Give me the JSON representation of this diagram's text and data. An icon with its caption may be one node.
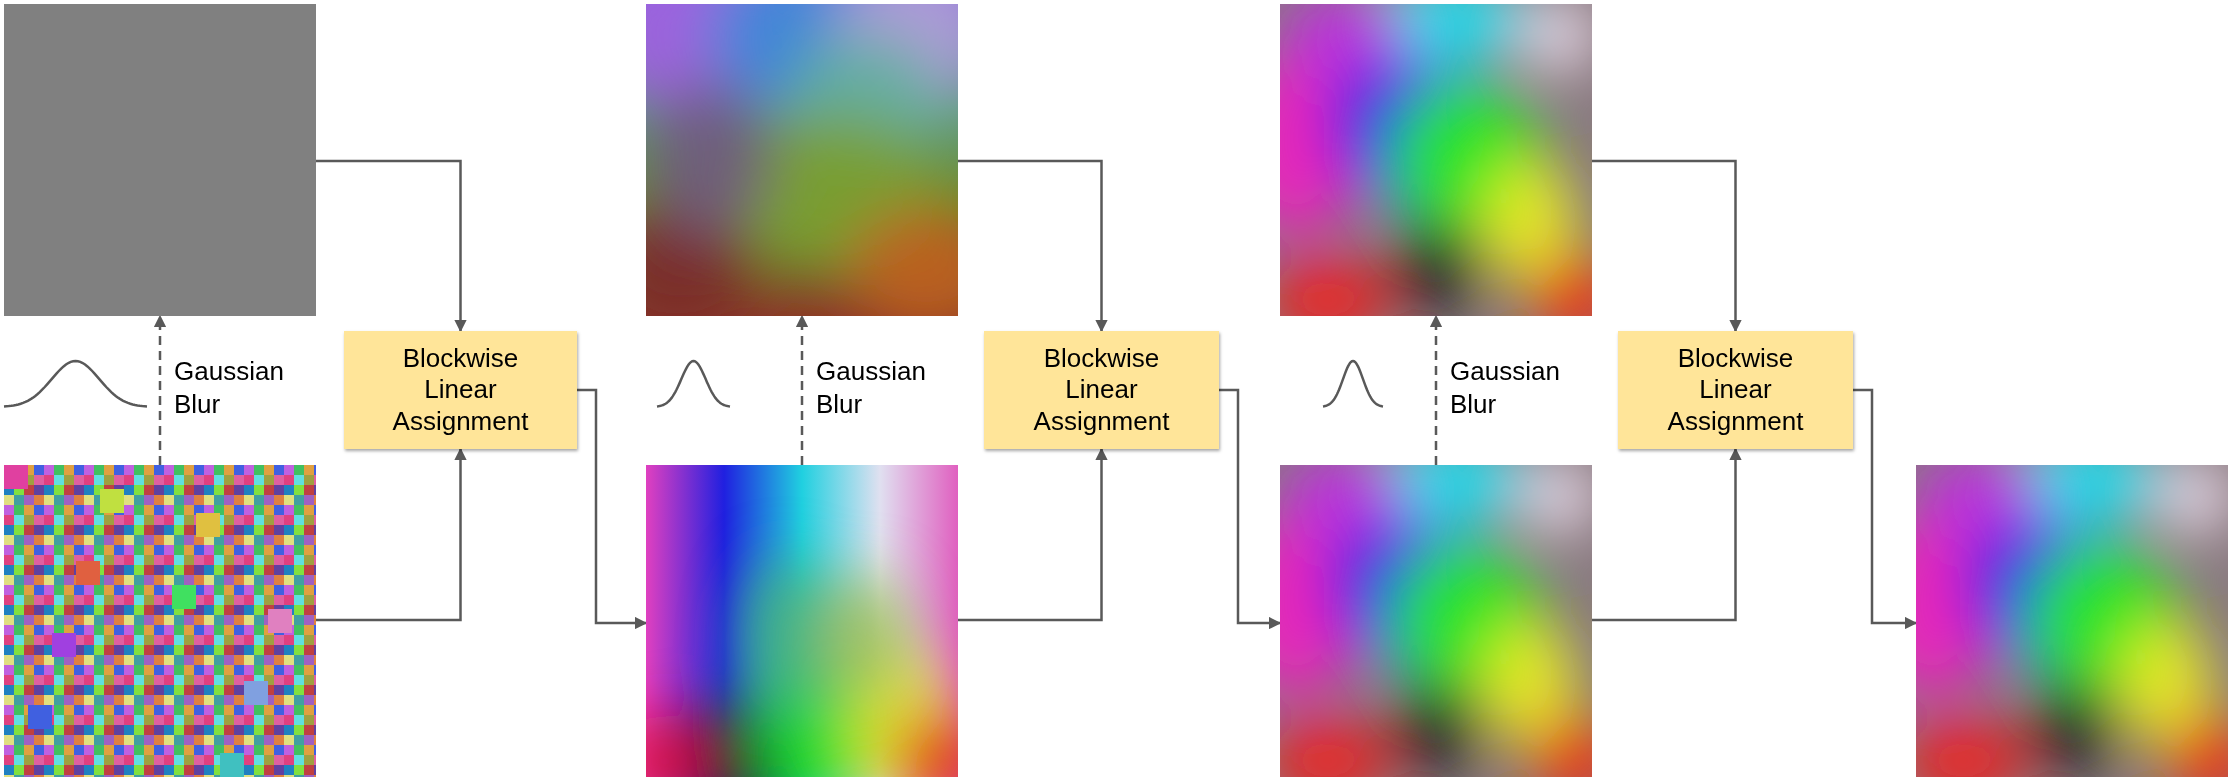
{
  "diagram": {
    "nodes": [
      {
        "text": [],
        "shape": "picture"
      },
      {
        "text": [],
        "shape": "picture"
      },
      {
        "text": [
          "Blockwise Linear Assignment"
        ]
      },
      {
        "text": [],
        "shape": "picture"
      },
      {
        "text": [],
        "shape": "picture"
      },
      {
        "text": [
          "Blockwise Linear Assignment"
        ]
      },
      {
        "text": [],
        "shape": "picture"
      },
      {
        "text": [],
        "shape": "picture"
      },
      {
        "text": [
          "Blockwise Linear Assignment"
        ]
      },
      {
        "text": [],
        "shape": "picture"
      }
    ],
    "edges": [
      {
        "from": 1,
        "to": 0,
        "arrow": "to",
        "style": "dashed",
        "label": "Gaussian Blur"
      },
      {
        "from": 0,
        "to": 2,
        "arrow": "to"
      },
      {
        "from": 1,
        "to": 2,
        "arrow": "to"
      },
      {
        "from": 2,
        "to": 4,
        "arrow": "to"
      },
      {
        "from": 4,
        "to": 3,
        "arrow": "to",
        "style": "dashed",
        "label": "Gaussian Blur"
      },
      {
        "from": 3,
        "to": 5,
        "arrow": "to"
      },
      {
        "from": 4,
        "to": 5,
        "arrow": "to"
      },
      {
        "from": 5,
        "to": 7,
        "arrow": "to"
      },
      {
        "from": 7,
        "to": 6,
        "arrow": "to",
        "style": "dashed",
        "label": "Gaussian Blur"
      },
      {
        "from": 6,
        "to": 8,
        "arrow": "to"
      },
      {
        "from": 7,
        "to": 8,
        "arrow": "to"
      },
      {
        "from": 8,
        "to": 9,
        "arrow": "to"
      }
    ]
  }
}
